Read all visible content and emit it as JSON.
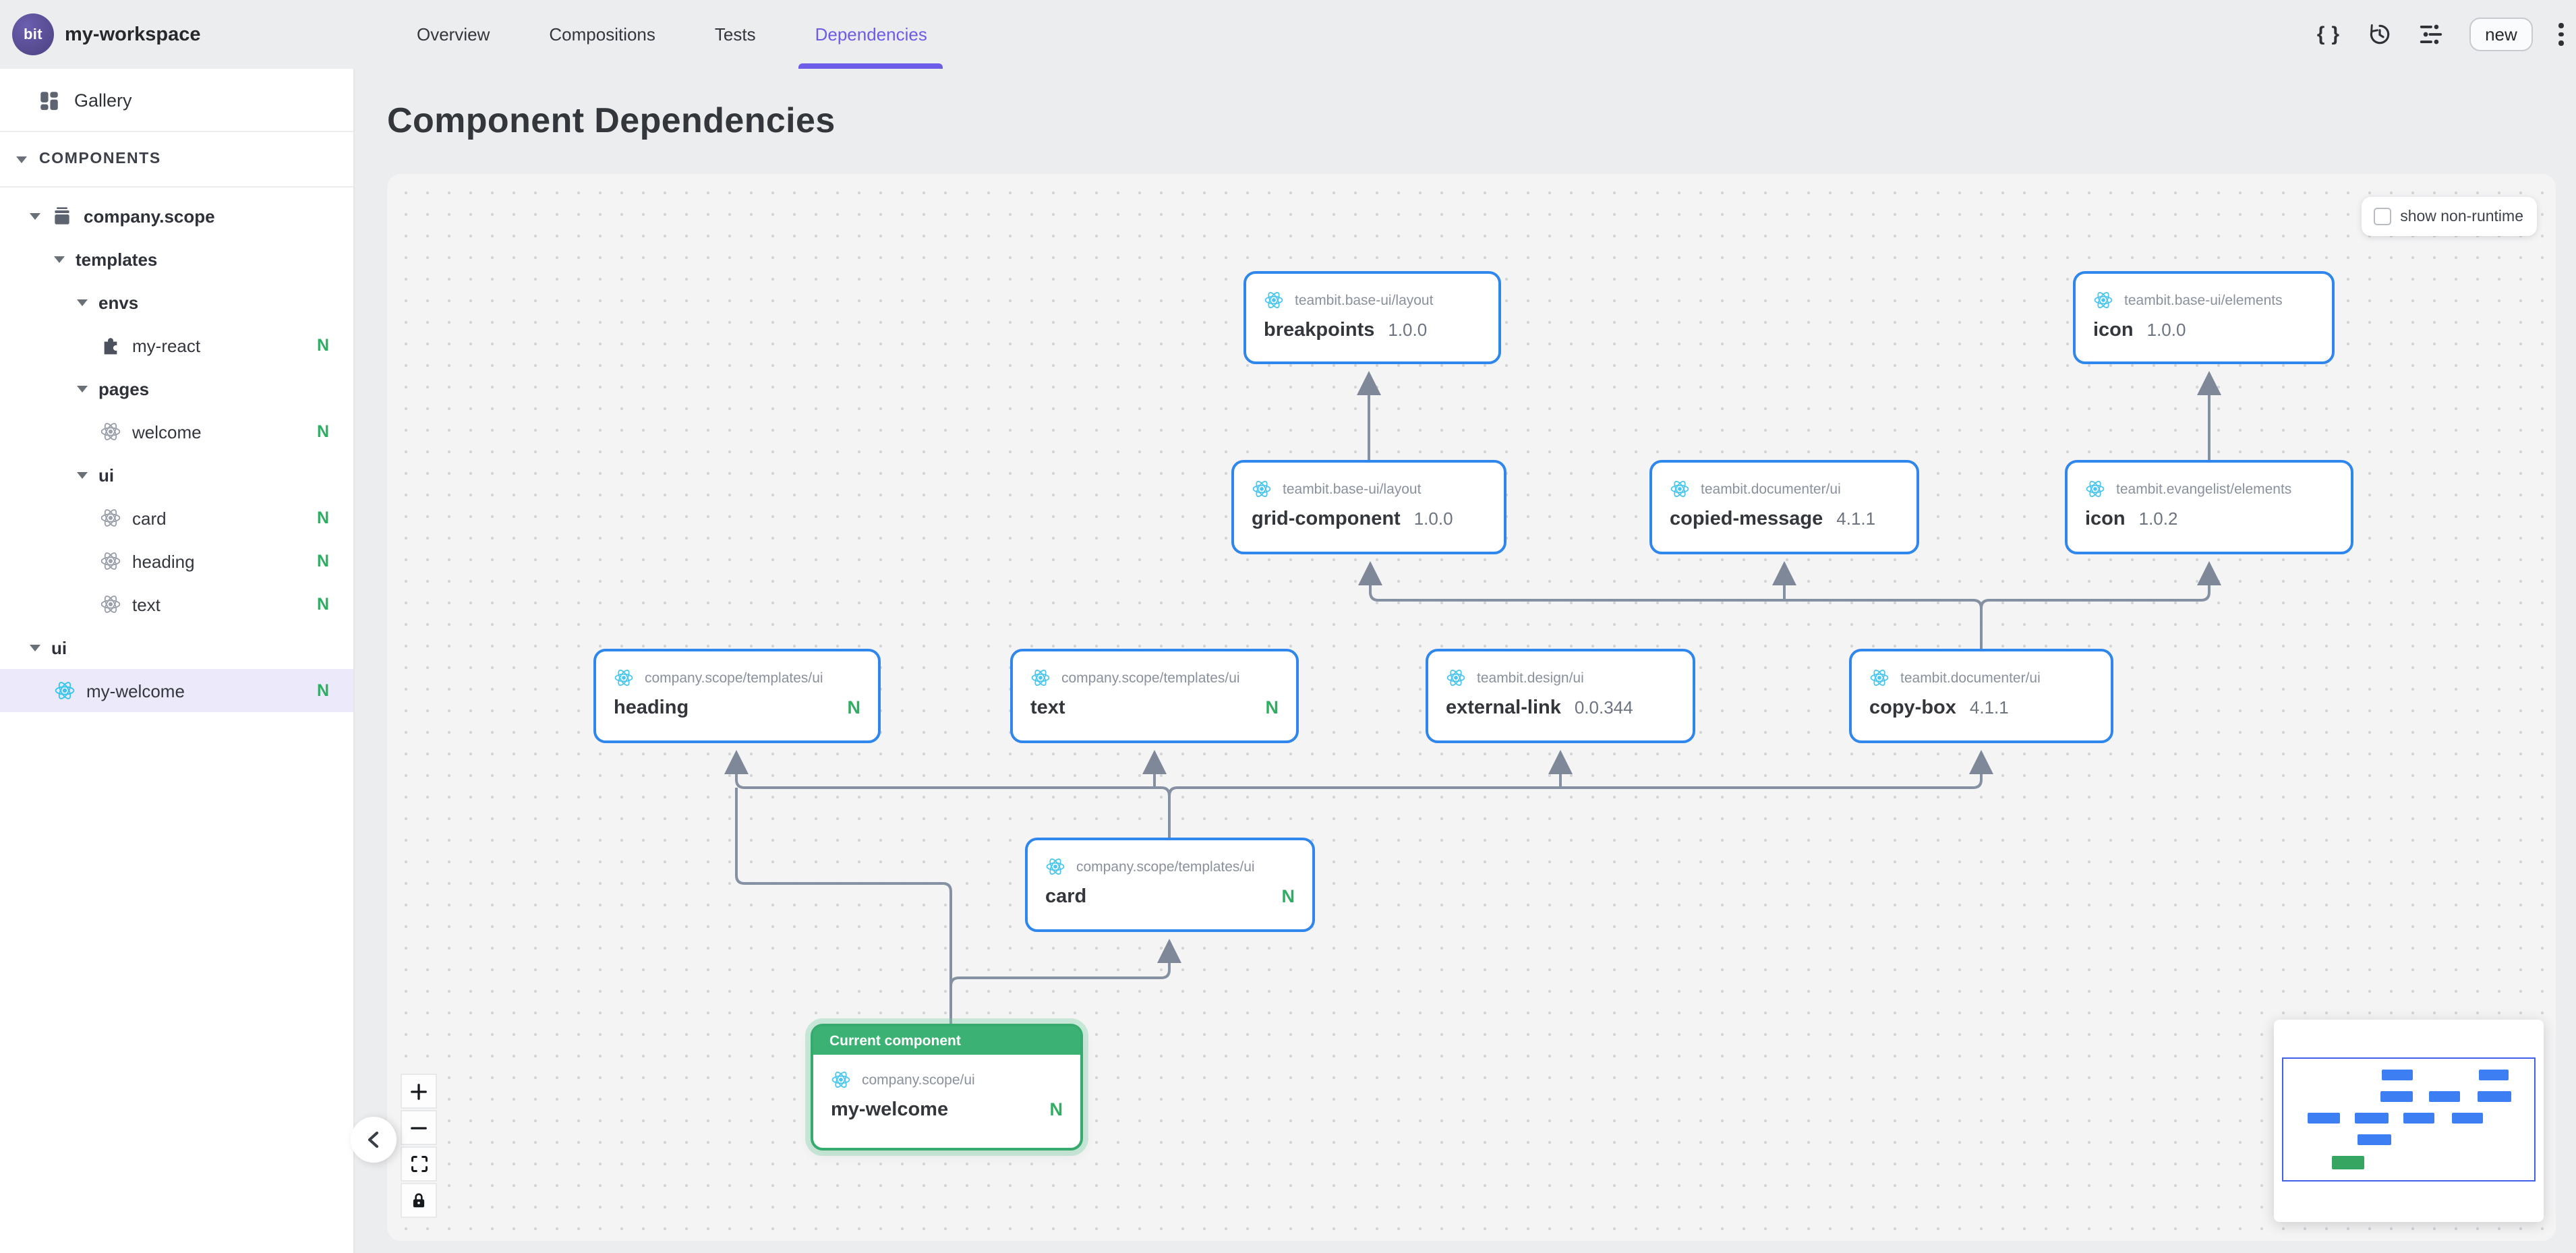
{
  "topbar": {
    "logo_text": "bit",
    "workspace_name": "my-workspace",
    "tabs": [
      {
        "label": "Overview"
      },
      {
        "label": "Compositions"
      },
      {
        "label": "Tests"
      },
      {
        "label": "Dependencies"
      }
    ],
    "active_tab": "Dependencies",
    "new_button_label": "new"
  },
  "sidebar": {
    "gallery_label": "Gallery",
    "components_header": "COMPONENTS",
    "items": [
      {
        "label": "company.scope",
        "type": "scope",
        "badge": ""
      },
      {
        "label": "templates",
        "type": "folder",
        "badge": ""
      },
      {
        "label": "envs",
        "type": "folder",
        "badge": ""
      },
      {
        "label": "my-react",
        "type": "env-component",
        "badge": "N"
      },
      {
        "label": "pages",
        "type": "folder",
        "badge": ""
      },
      {
        "label": "welcome",
        "type": "component",
        "badge": "N"
      },
      {
        "label": "ui",
        "type": "folder",
        "badge": ""
      },
      {
        "label": "card",
        "type": "component",
        "badge": "N"
      },
      {
        "label": "heading",
        "type": "component",
        "badge": "N"
      },
      {
        "label": "text",
        "type": "component",
        "badge": "N"
      },
      {
        "label": "ui",
        "type": "folder",
        "badge": ""
      },
      {
        "label": "my-welcome",
        "type": "component",
        "badge": "N",
        "selected": true
      }
    ]
  },
  "main": {
    "page_title": "Component Dependencies",
    "show_non_runtime_label": "show non-runtime"
  },
  "graph": {
    "current_component_label": "Current component",
    "nodes": [
      {
        "scope": "teambit.base-ui/layout",
        "name": "breakpoints",
        "version": "1.0.0"
      },
      {
        "scope": "teambit.base-ui/elements",
        "name": "icon",
        "version": "1.0.0"
      },
      {
        "scope": "teambit.base-ui/layout",
        "name": "grid-component",
        "version": "1.0.0"
      },
      {
        "scope": "teambit.documenter/ui",
        "name": "copied-message",
        "version": "4.1.1"
      },
      {
        "scope": "teambit.evangelist/elements",
        "name": "icon",
        "version": "1.0.2"
      },
      {
        "scope": "company.scope/templates/ui",
        "name": "heading",
        "badge": "N"
      },
      {
        "scope": "company.scope/templates/ui",
        "name": "text",
        "badge": "N"
      },
      {
        "scope": "teambit.design/ui",
        "name": "external-link",
        "version": "0.0.344"
      },
      {
        "scope": "teambit.documenter/ui",
        "name": "copy-box",
        "version": "4.1.1"
      },
      {
        "scope": "company.scope/templates/ui",
        "name": "card",
        "badge": "N"
      },
      {
        "scope": "company.scope/ui",
        "name": "my-welcome",
        "badge": "N",
        "current": true
      }
    ]
  },
  "colors": {
    "accent_purple": "#6c5ce7",
    "node_border_blue": "#2f86ec",
    "current_green": "#3bb273",
    "edge_gray": "#8590a2",
    "badge_green": "#2fae63",
    "react_cyan": "#49c6ef"
  }
}
